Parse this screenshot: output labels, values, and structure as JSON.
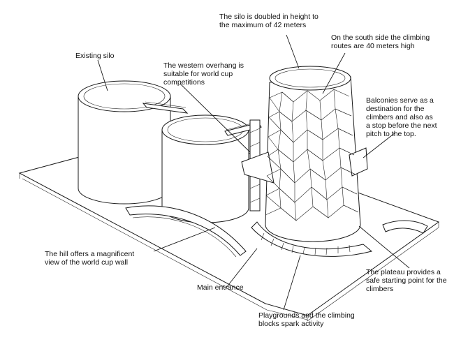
{
  "annotations": {
    "silo_height": [
      "The silo is doubled in height to",
      "the maximum of 42 meters"
    ],
    "south_side": [
      "On the south side the climbing",
      "routes are 40 meters high"
    ],
    "existing_silo": [
      "Existing silo"
    ],
    "western_overhang": [
      "The western overhang is",
      "suitable for world cup",
      "competitions"
    ],
    "balconies": [
      "Balconies serve as a",
      "destination for the",
      "climbers and also as",
      "a stop before the next",
      "pitch to the top."
    ],
    "hill": [
      "The hill offers a magnificent",
      "view of the world cup wall"
    ],
    "plateau": [
      "The plateau provides a",
      "safe starting point for the",
      "climbers"
    ],
    "main_entrance": [
      "Main entrance"
    ],
    "playgrounds": [
      "Playgrounds and the climbing",
      "blocks spark activity"
    ]
  },
  "colors": {
    "line": "#1a1a1a",
    "background": "#ffffff"
  }
}
